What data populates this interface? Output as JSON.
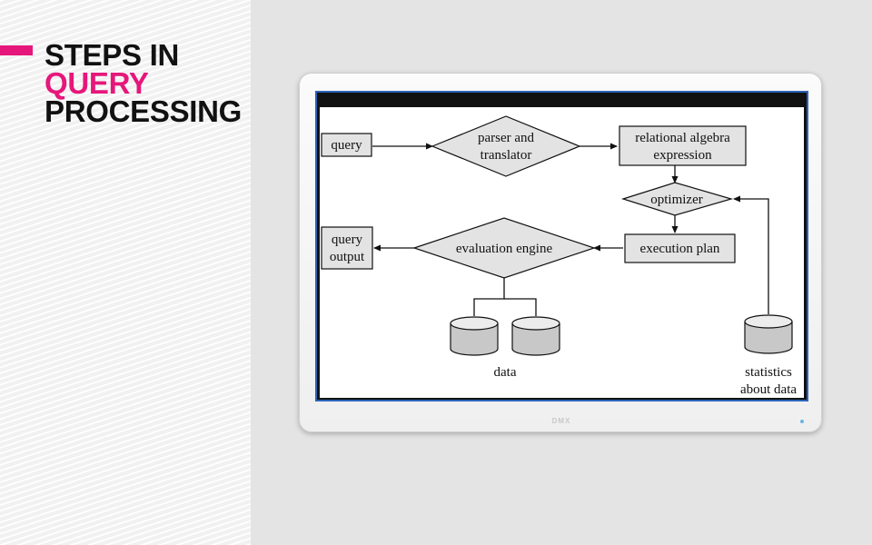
{
  "slide": {
    "title_line1": "STEPS IN",
    "title_line2": "QUERY",
    "title_line3": "PROCESSING"
  },
  "colors": {
    "accent": "#e6177a",
    "title": "#111111",
    "node_fill": "#e3e3e3",
    "screen_border": "#2a63b8"
  },
  "monitor": {
    "brand": "DMX"
  },
  "diagram": {
    "query": "query",
    "parser_line1": "parser and",
    "parser_line2": "translator",
    "relational_line1": "relational algebra",
    "relational_line2": "expression",
    "optimizer": "optimizer",
    "execution_plan": "execution plan",
    "evaluation_engine": "evaluation engine",
    "query_output_line1": "query",
    "query_output_line2": "output",
    "data": "data",
    "statistics_line1": "statistics",
    "statistics_line2": "about data"
  }
}
